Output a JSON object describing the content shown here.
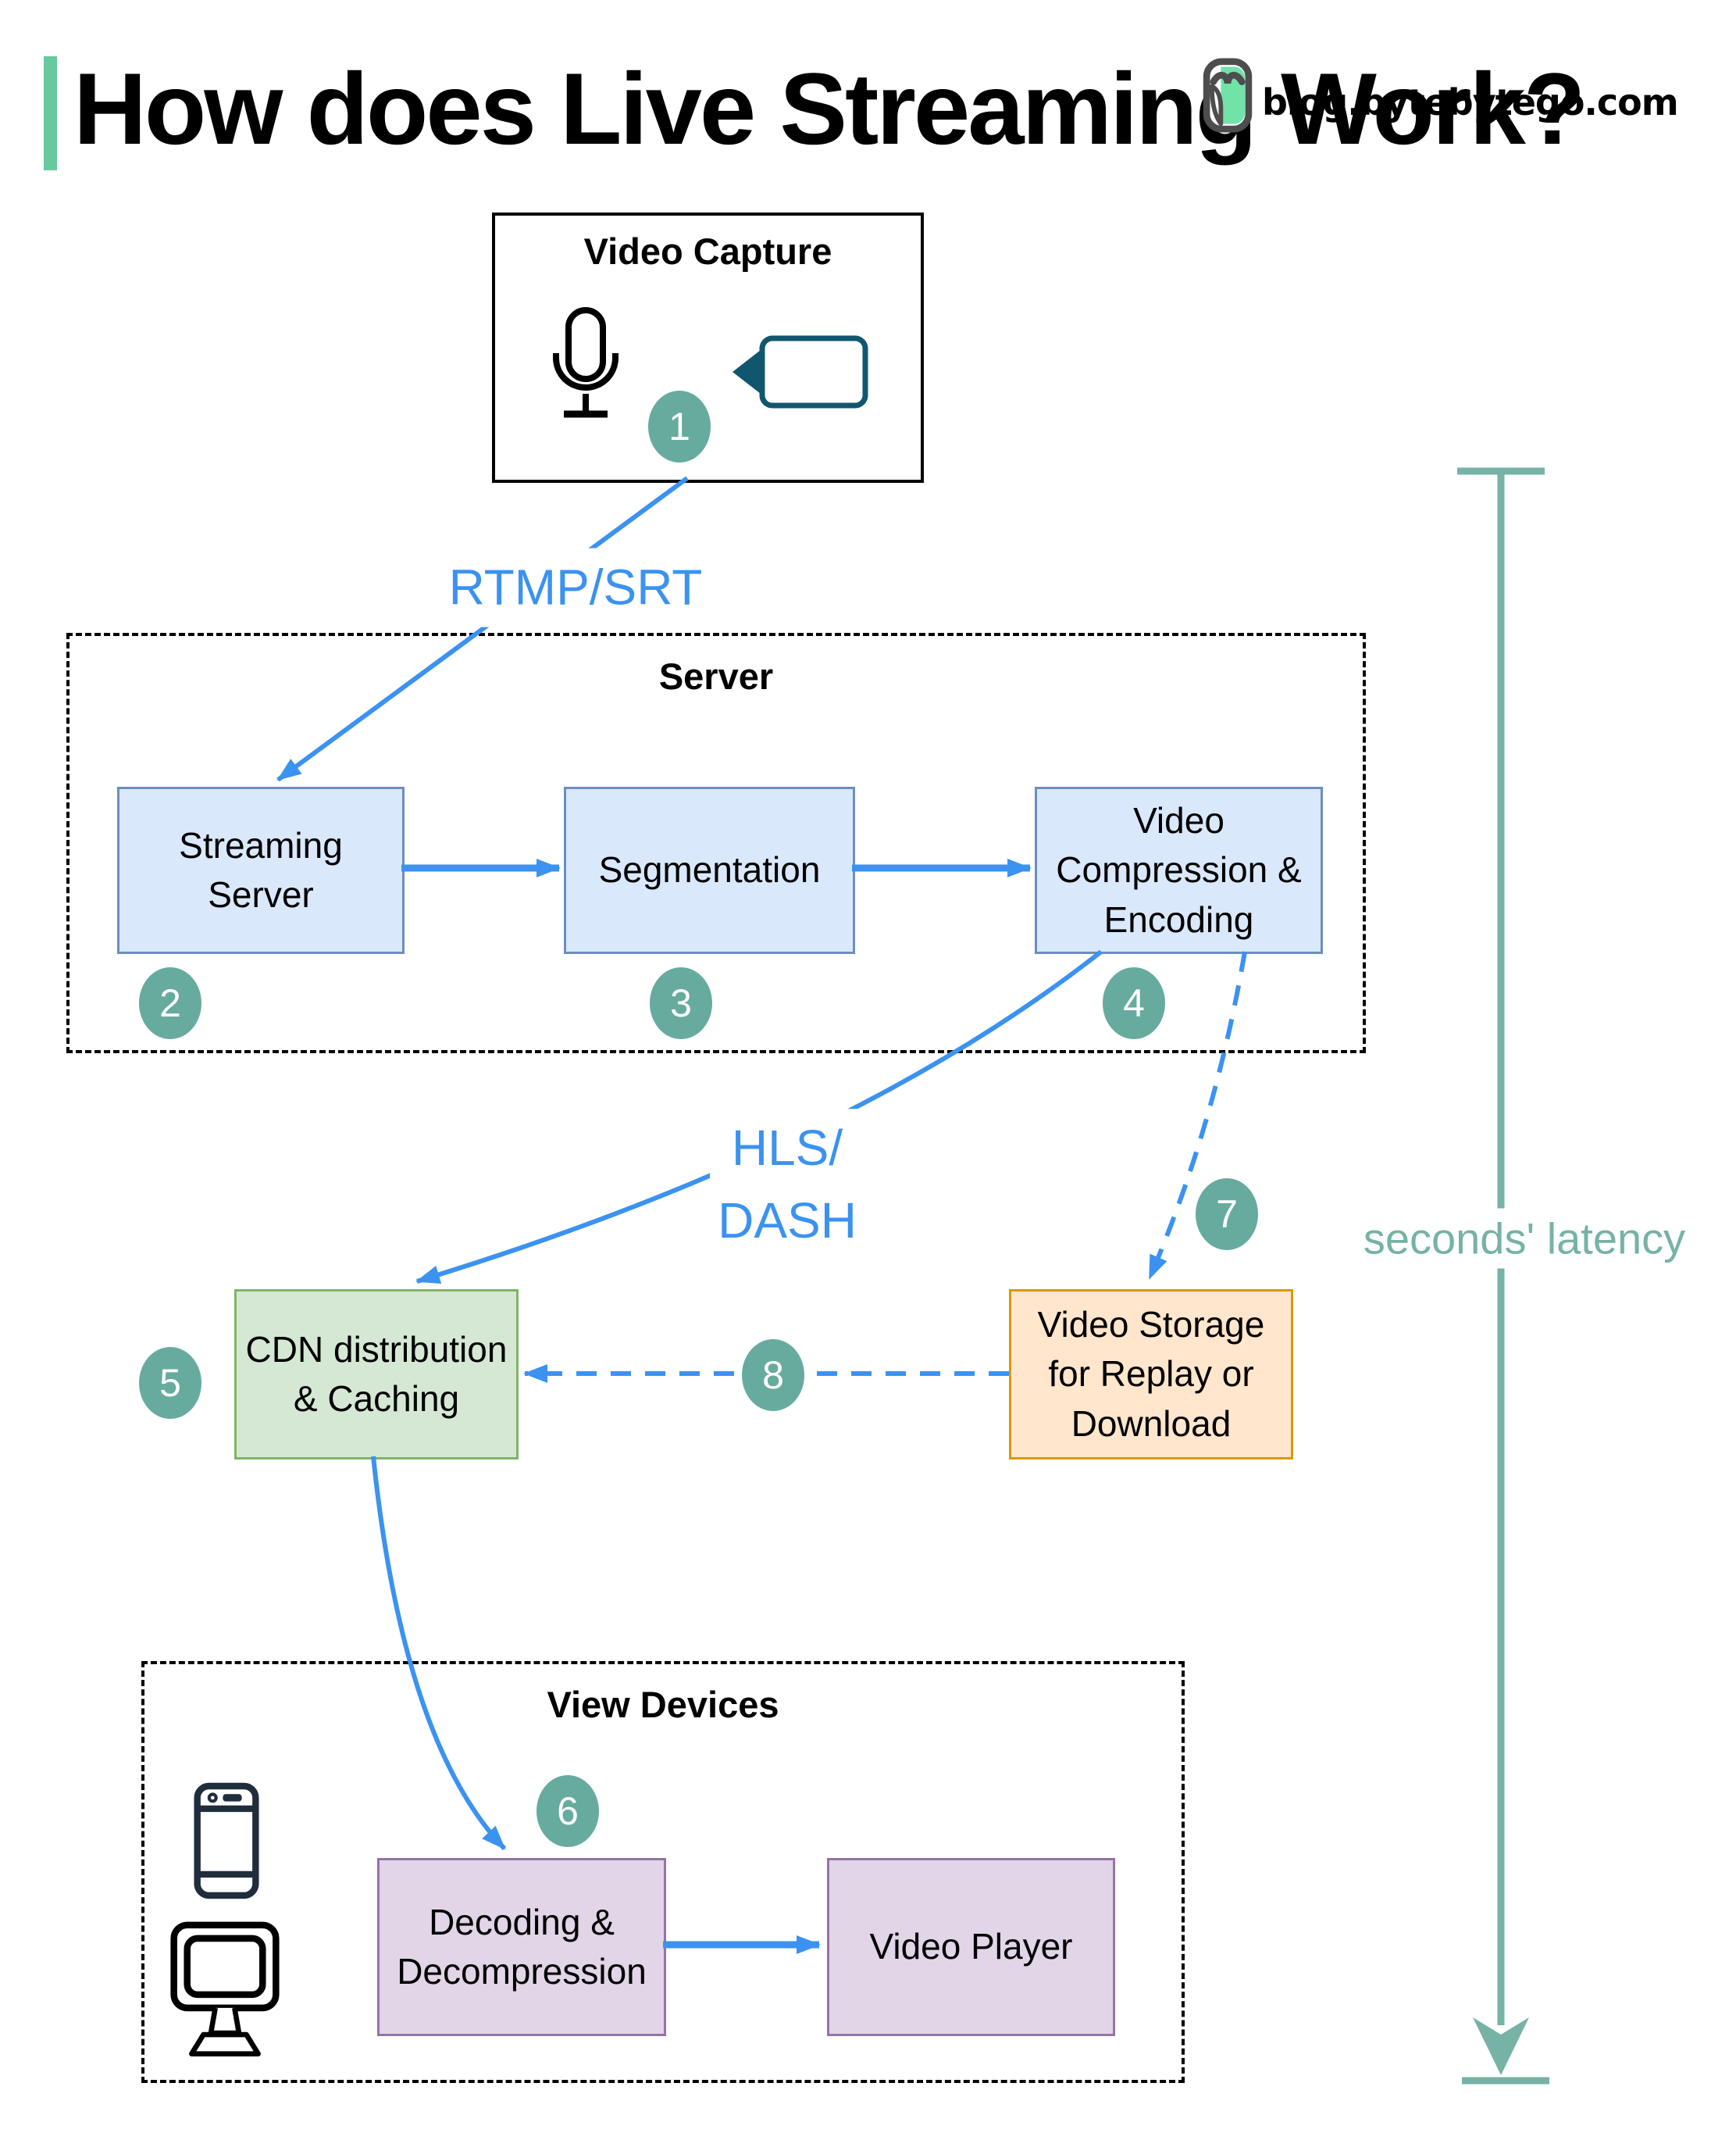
{
  "header": {
    "title": "How does Live Streaming Work?",
    "site": "blog.bytebytego.com"
  },
  "groups": {
    "server": {
      "label": "Server"
    },
    "view_devices": {
      "label": "View Devices"
    }
  },
  "nodes": {
    "video_capture": {
      "label": "Video Capture"
    },
    "streaming_server": {
      "lines": [
        "Streaming",
        "Server"
      ]
    },
    "segmentation": {
      "lines": [
        "Segmentation"
      ]
    },
    "compression": {
      "lines": [
        "Video",
        "Compression &",
        "Encoding"
      ]
    },
    "cdn": {
      "lines": [
        "CDN distribution",
        "& Caching"
      ]
    },
    "storage": {
      "lines": [
        "Video Storage",
        "for Replay or",
        "Download"
      ]
    },
    "decoding": {
      "lines": [
        "Decoding &",
        "Decompression"
      ]
    },
    "player": {
      "lines": [
        "Video Player"
      ]
    }
  },
  "edges": {
    "rtmp": "RTMP/SRT",
    "hls": {
      "lines": [
        "HLS/",
        "DASH"
      ]
    },
    "latency": "seconds' latency"
  },
  "steps": [
    "1",
    "2",
    "3",
    "4",
    "5",
    "6",
    "7",
    "8"
  ],
  "icons": {
    "logo": "bytebytego-owl-logo",
    "capture": [
      "microphone-icon",
      "video-camera-icon"
    ],
    "devices": [
      "smartphone-icon",
      "desktop-monitor-icon"
    ]
  },
  "colors": {
    "arrow_blue": "#3B92F0",
    "box_blue_fill": "#DAE8FC",
    "box_blue_border": "#6C8EBF",
    "green_fill": "#D5E8D4",
    "green_border": "#82B366",
    "orange_fill": "#FFE6CC",
    "orange_border": "#D79B00",
    "purple_fill": "#E1D5E7",
    "purple_border": "#9673A6",
    "step_teal": "#67AB9F",
    "latency_teal": "#76B2A6",
    "accent_green": "#67C99E",
    "logo_green": "#71E2A8",
    "camera_ink": "#11566F",
    "phone_ink": "#1F2D3D"
  }
}
